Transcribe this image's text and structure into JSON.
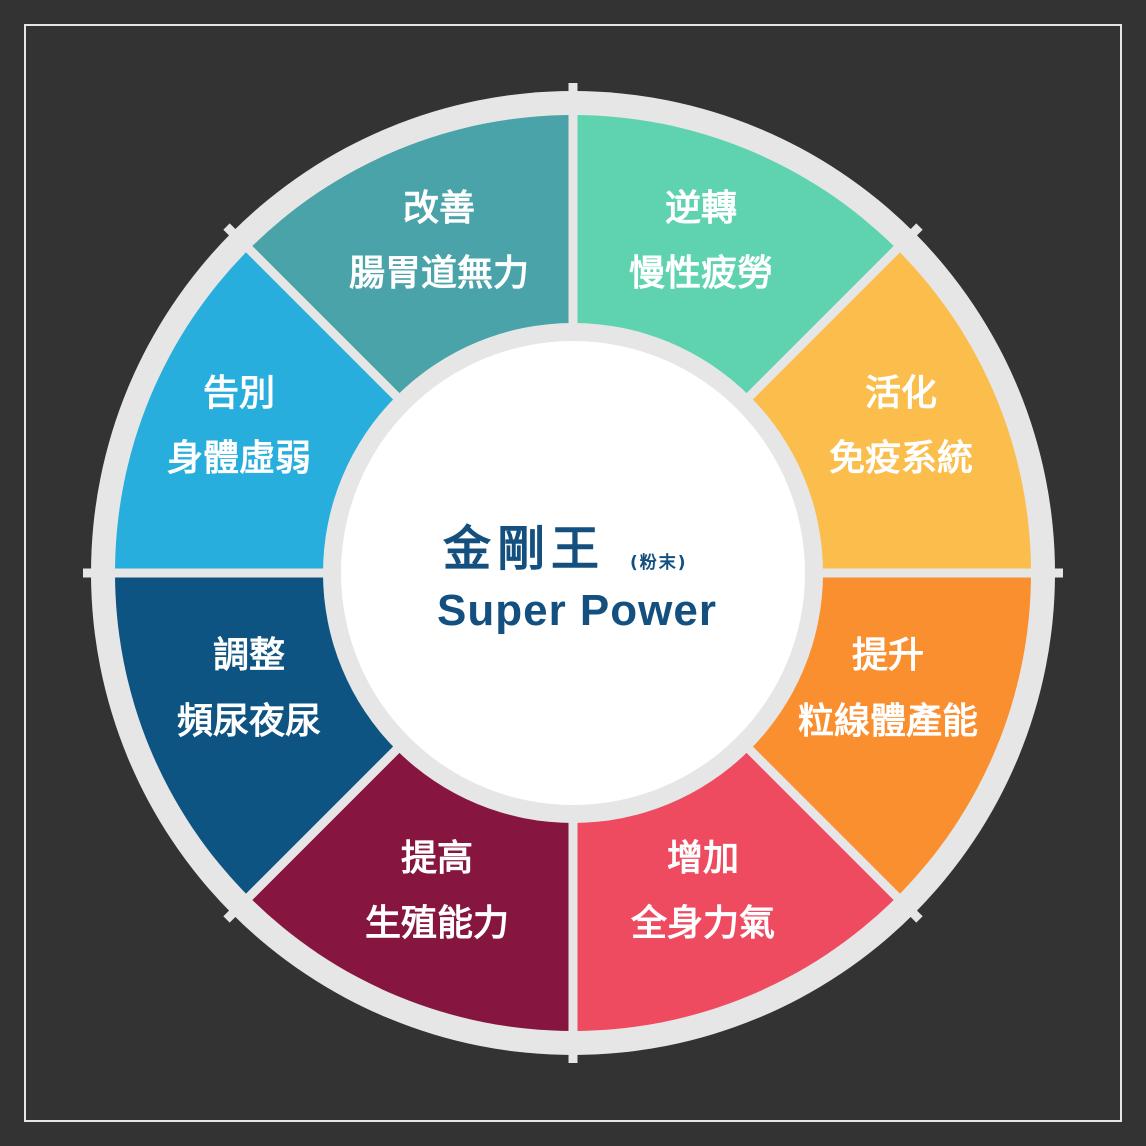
{
  "center": {
    "title": "金剛王",
    "note": "(粉末)",
    "subtitle": "Super Power"
  },
  "segments": [
    {
      "id": "improve-gut",
      "line1": "改善",
      "line2": "腸胃道無力",
      "color": "#4aa3a8"
    },
    {
      "id": "reverse-fatigue",
      "line1": "逆轉",
      "line2": "慢性疲勞",
      "color": "#5fd3b0"
    },
    {
      "id": "activate-immune",
      "line1": "活化",
      "line2": "免疫系統",
      "color": "#fbbd4c"
    },
    {
      "id": "boost-mitochondria",
      "line1": "提升",
      "line2": "粒線體產能",
      "color": "#f98f2f"
    },
    {
      "id": "increase-strength",
      "line1": "增加",
      "line2": "全身力氣",
      "color": "#ee4a60"
    },
    {
      "id": "improve-fertility",
      "line1": "提高",
      "line2": "生殖能力",
      "color": "#86163f"
    },
    {
      "id": "adjust-urination",
      "line1": "調整",
      "line2": "頻尿夜尿",
      "color": "#0e5482"
    },
    {
      "id": "farewell-weakness",
      "line1": "告別",
      "line2": "身體虛弱",
      "color": "#27aedd"
    }
  ],
  "colors": {
    "background": "#333333",
    "frame": "#e6e6e6",
    "ring": "#e6e6e6",
    "center_fill": "#ffffff",
    "center_text": "#14507f"
  }
}
